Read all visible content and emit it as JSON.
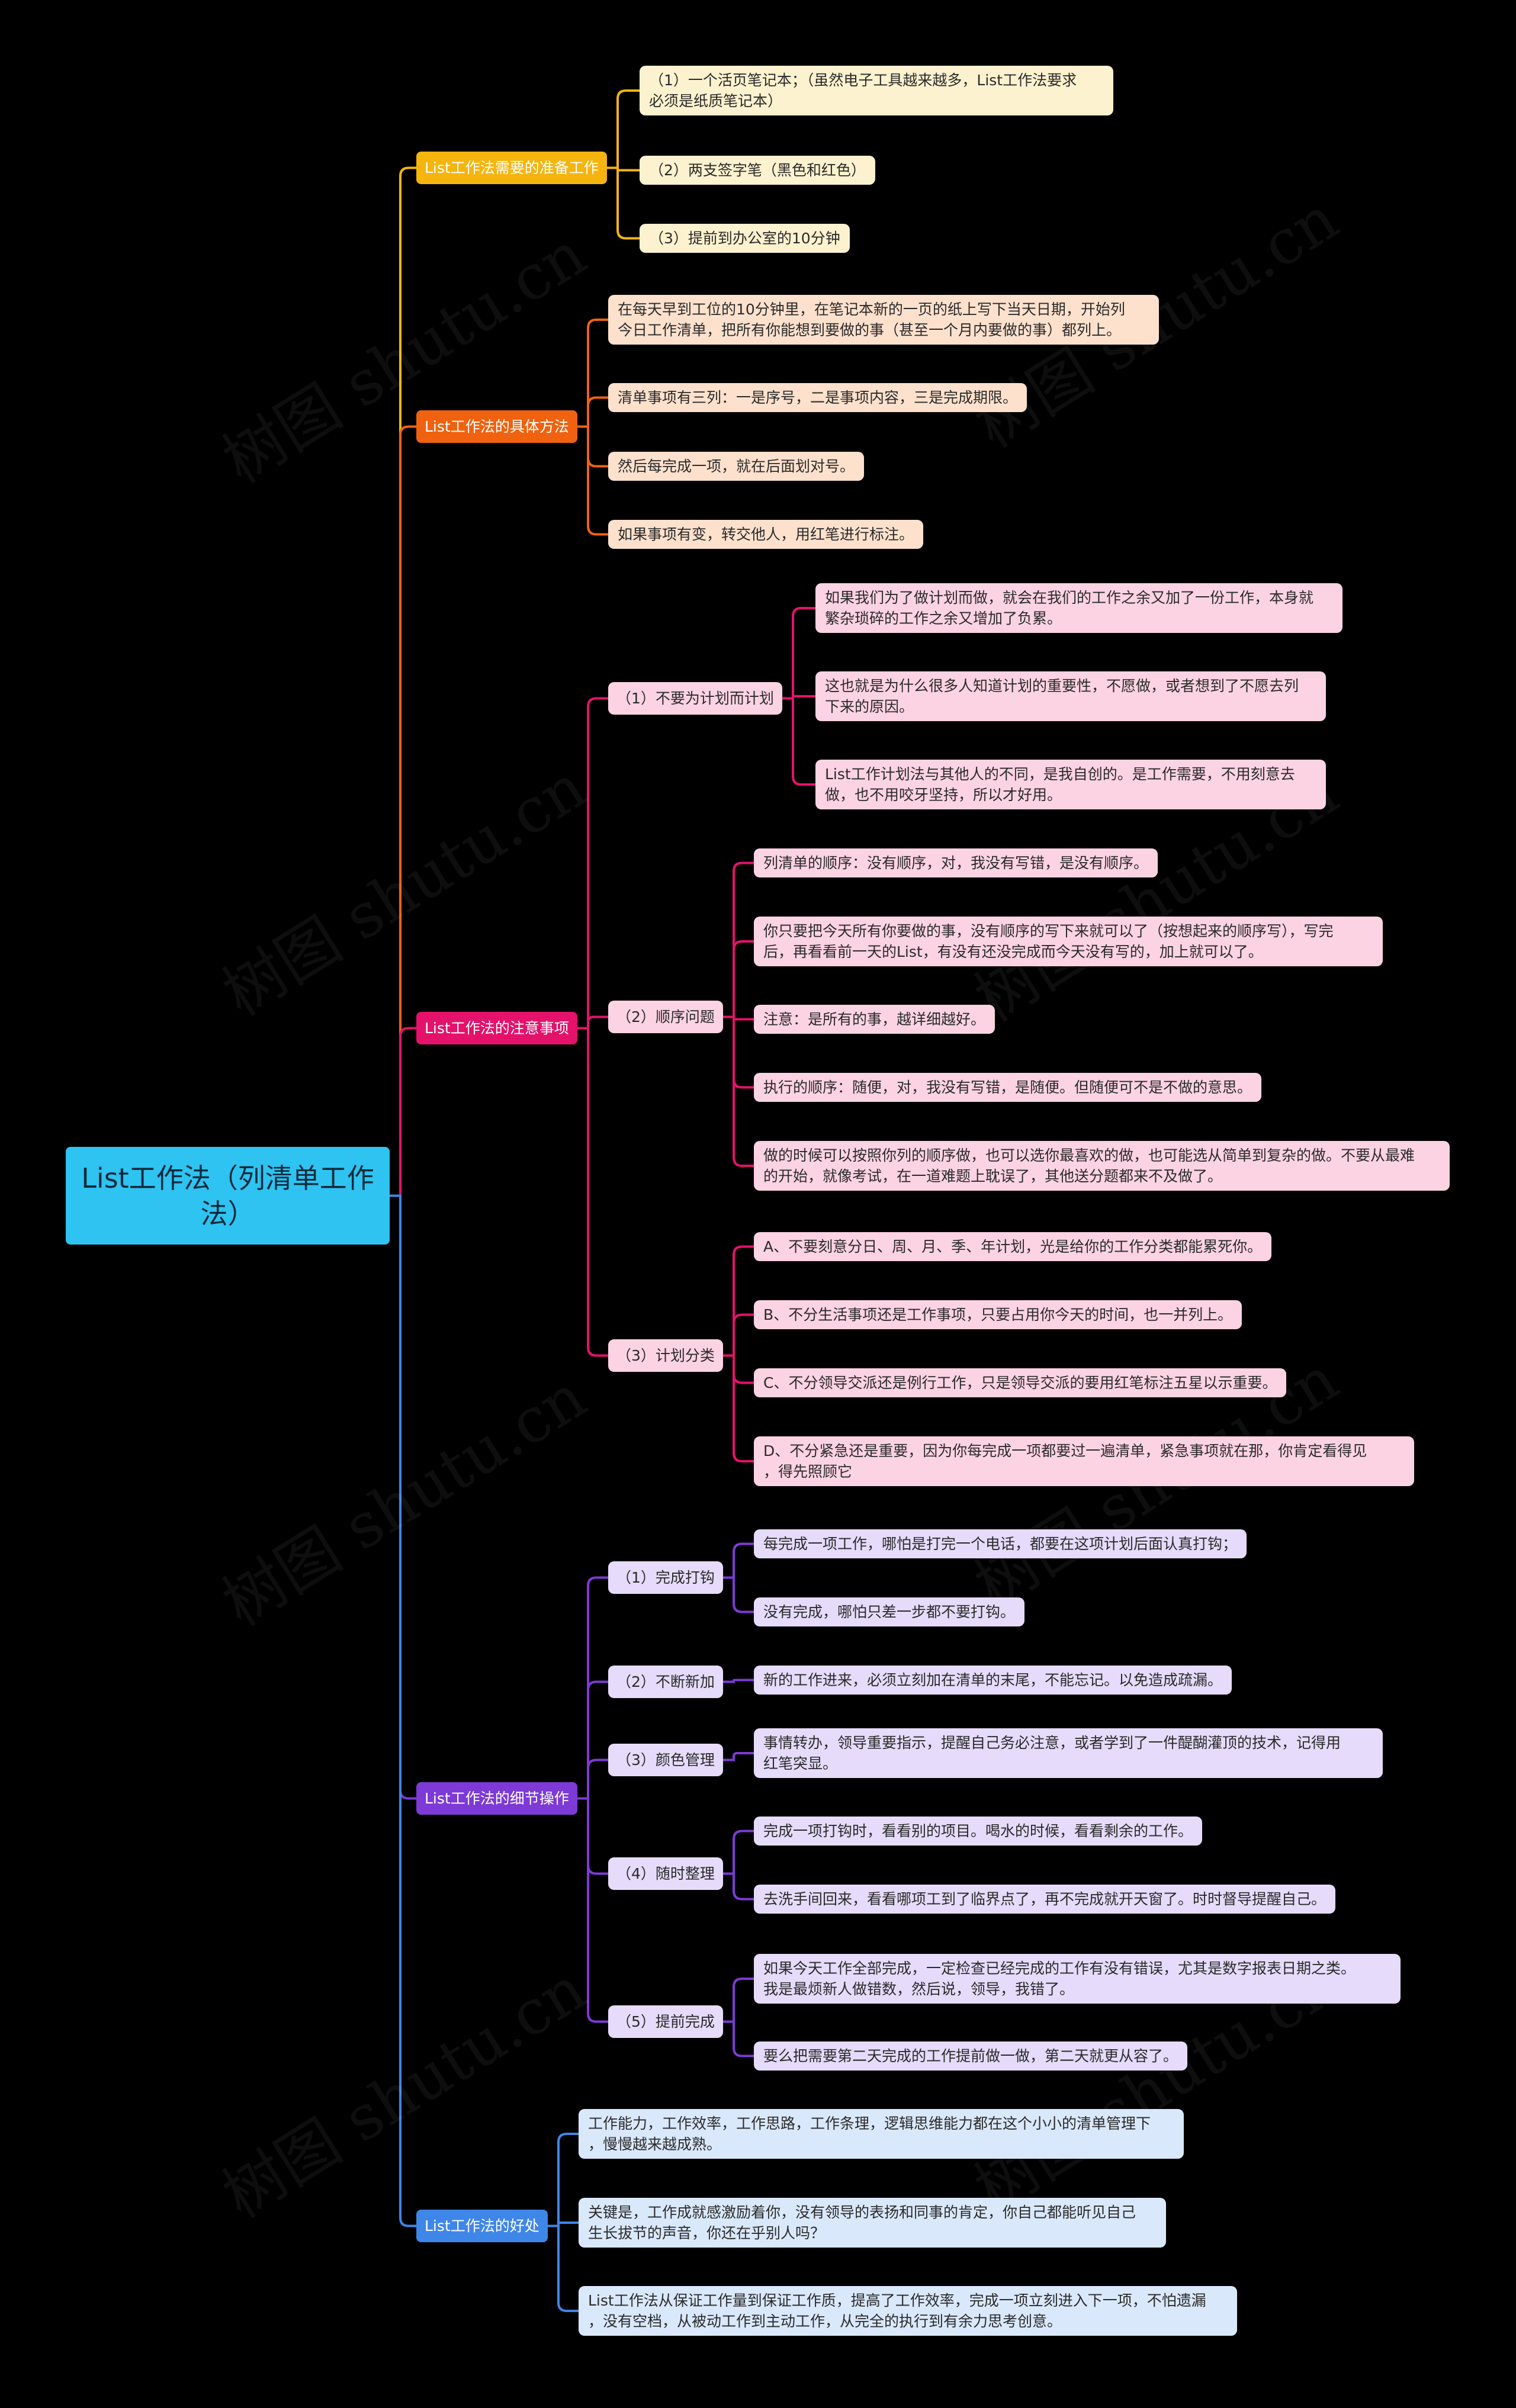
{
  "root": {
    "label": "List工作法（列清单工作\n法）"
  },
  "watermark": "树图 shutu.cn",
  "colors": {
    "root": "#2ec3f1",
    "b1": "#f5b50e",
    "b1_leaf": "#fdf2cf",
    "b2": "#f0620f",
    "b2_leaf": "#fde1cd",
    "b3": "#e4126b",
    "b3_leaf": "#fcd3e2",
    "b4": "#7d3ad6",
    "b4_leaf": "#e6dbfa",
    "b5": "#3f86e9",
    "b5_leaf": "#dae8fb"
  },
  "branches": [
    {
      "label": "List工作法需要的准备工作",
      "leaves": [
        "（1）一个活页笔记本；（虽然电子工具越来越多，List工作法要求\n必须是纸质笔记本）",
        "（2）两支签字笔（黑色和红色）",
        "（3）提前到办公室的10分钟"
      ]
    },
    {
      "label": "List工作法的具体方法",
      "leaves": [
        "在每天早到工位的10分钟里，在笔记本新的一页的纸上写下当天日期，开始列\n今日工作清单，把所有你能想到要做的事（甚至一个月内要做的事）都列上。",
        "清单事项有三列：一是序号，二是事项内容，三是完成期限。",
        "然后每完成一项，就在后面划对号。",
        "如果事项有变，转交他人，用红笔进行标注。"
      ]
    },
    {
      "label": "List工作法的注意事项",
      "subs": [
        {
          "label": "（1）不要为计划而计划",
          "leaves": [
            "如果我们为了做计划而做，就会在我们的工作之余又加了一份工作，本身就\n繁杂琐碎的工作之余又增加了负累。",
            "这也就是为什么很多人知道计划的重要性，不愿做，或者想到了不愿去列\n下来的原因。",
            "List工作计划法与其他人的不同，是我自创的。是工作需要，不用刻意去\n做，也不用咬牙坚持，所以才好用。"
          ]
        },
        {
          "label": "（2）顺序问题",
          "leaves": [
            "列清单的顺序：没有顺序，对，我没有写错，是没有顺序。",
            "你只要把今天所有你要做的事，没有顺序的写下来就可以了（按想起来的顺序写），写完\n后，再看看前一天的List，有没有还没完成而今天没有写的，加上就可以了。",
            "注意：是所有的事，越详细越好。",
            "执行的顺序：随便，对，我没有写错，是随便。但随便可不是不做的意思。",
            "做的时候可以按照你列的顺序做，也可以选你最喜欢的做，也可能选从简单到复杂的做。不要从最难\n的开始，就像考试，在一道难题上耽误了，其他送分题都来不及做了。"
          ]
        },
        {
          "label": "（3）计划分类",
          "leaves": [
            "A、不要刻意分日、周、月、季、年计划，光是给你的工作分类都能累死你。",
            "B、不分生活事项还是工作事项，只要占用你今天的时间，也一并列上。",
            "C、不分领导交派还是例行工作，只是领导交派的要用红笔标注五星以示重要。",
            "D、不分紧急还是重要，因为你每完成一项都要过一遍清单，紧急事项就在那，你肯定看得见\n，得先照顾它"
          ]
        }
      ]
    },
    {
      "label": "List工作法的细节操作",
      "subs": [
        {
          "label": "（1）完成打钩",
          "leaves": [
            "每完成一项工作，哪怕是打完一个电话，都要在这项计划后面认真打钩；",
            "没有完成，哪怕只差一步都不要打钩。"
          ]
        },
        {
          "label": "（2）不断新加",
          "leaves": [
            "新的工作进来，必须立刻加在清单的末尾，不能忘记。以免造成疏漏。"
          ]
        },
        {
          "label": "（3）颜色管理",
          "leaves": [
            "事情转办，领导重要指示，提醒自己务必注意，或者学到了一件醍醐灌顶的技术，记得用\n红笔突显。"
          ]
        },
        {
          "label": "（4）随时整理",
          "leaves": [
            "完成一项打钩时，看看别的项目。喝水的时候，看看剩余的工作。",
            "去洗手间回来，看看哪项工到了临界点了，再不完成就开天窗了。时时督导提醒自己。"
          ]
        },
        {
          "label": "（5）提前完成",
          "leaves": [
            "如果今天工作全部完成，一定检查已经完成的工作有没有错误，尤其是数字报表日期之类。\n我是最烦新人做错数，然后说，领导，我错了。",
            "要么把需要第二天完成的工作提前做一做，第二天就更从容了。"
          ]
        }
      ]
    },
    {
      "label": "List工作法的好处",
      "leaves": [
        "工作能力，工作效率，工作思路，工作条理，逻辑思维能力都在这个小小的清单管理下\n，慢慢越来越成熟。",
        "关键是，工作成就感激励着你，没有领导的表扬和同事的肯定，你自己都能听见自己\n生长拔节的声音，你还在乎别人吗？",
        "List工作法从保证工作量到保证工作质，提高了工作效率，完成一项立刻进入下一项，不怕遗漏\n，没有空档，从被动工作到主动工作，从完全的执行到有余力思考创意。"
      ]
    }
  ]
}
